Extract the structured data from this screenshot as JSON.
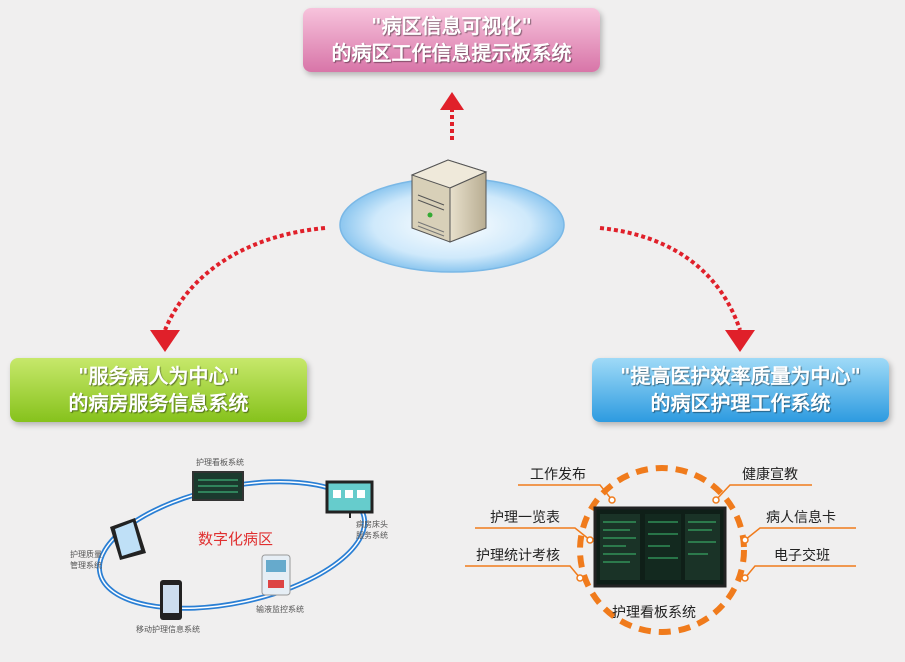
{
  "top_box": {
    "line1": "\"病区信息可视化\"",
    "line2": "的病区工作信息提示板系统",
    "color": "#d875a8"
  },
  "left_box": {
    "line1": "\"服务病人为中心\"",
    "line2": "的病房服务信息系统",
    "color": "#86c21c"
  },
  "right_box": {
    "line1": "\"提高医护效率质量为中心\"",
    "line2": "的病区护理工作系统",
    "color": "#2d9be0"
  },
  "arrow_color": "#e0202a",
  "left_diagram": {
    "center_label": "数字化病区",
    "items": {
      "board": "护理看板系统",
      "room_terminal_1": "病房床头",
      "room_terminal_2": "服务系统",
      "tablet_1": "护理质量",
      "tablet_2": "管理系统",
      "phone": "移动护理信息系统",
      "infusion": "输液监控系统"
    }
  },
  "right_diagram": {
    "center_label": "护理看板系统",
    "items": [
      "工作发布",
      "健康宣教",
      "护理一览表",
      "病人信息卡",
      "护理统计考核",
      "电子交班"
    ],
    "ring_color": "#f07b1c"
  }
}
